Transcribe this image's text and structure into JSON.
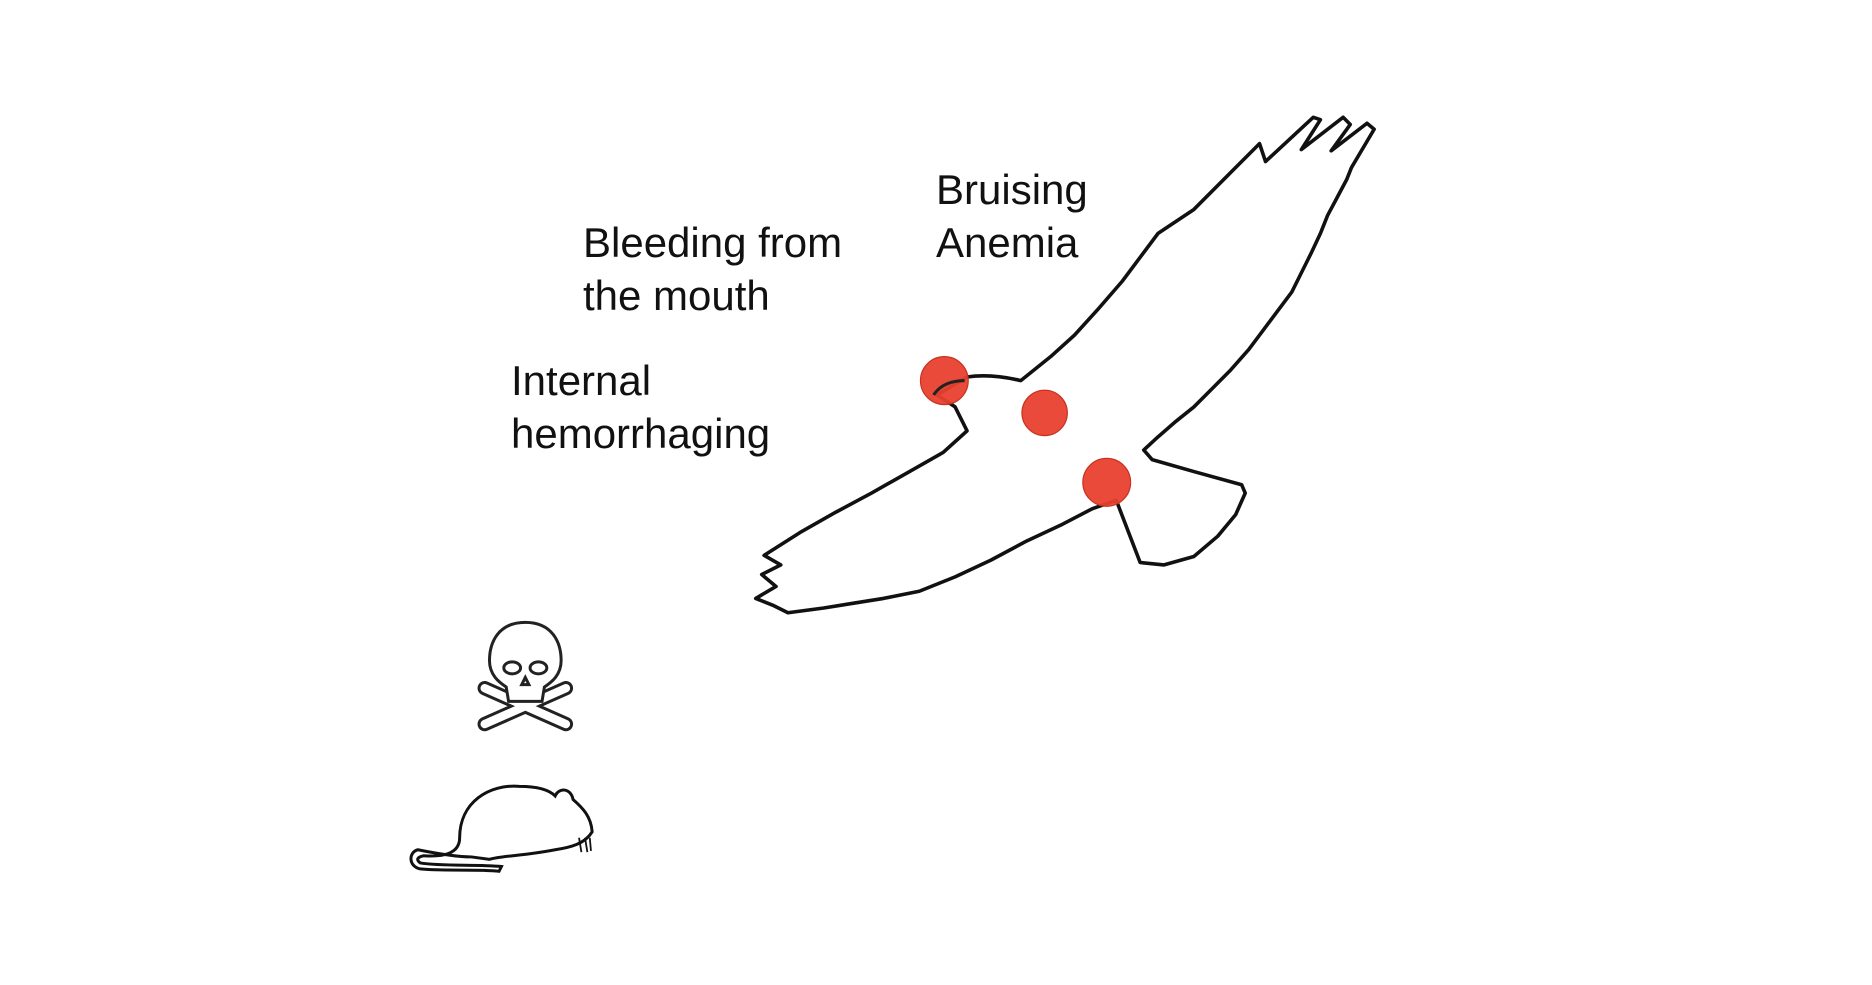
{
  "labels": {
    "bruising": "Bruising",
    "anemia": "Anemia",
    "bleeding_line1": "Bleeding from",
    "bleeding_line2": "the mouth",
    "internal_line1": "Internal",
    "internal_line2": "hemorrhaging"
  },
  "colors": {
    "marker": "#e8402e",
    "outline": "#111111"
  },
  "icons": [
    "bird-silhouette",
    "skull-crossbones-icon",
    "rodent-icon"
  ]
}
